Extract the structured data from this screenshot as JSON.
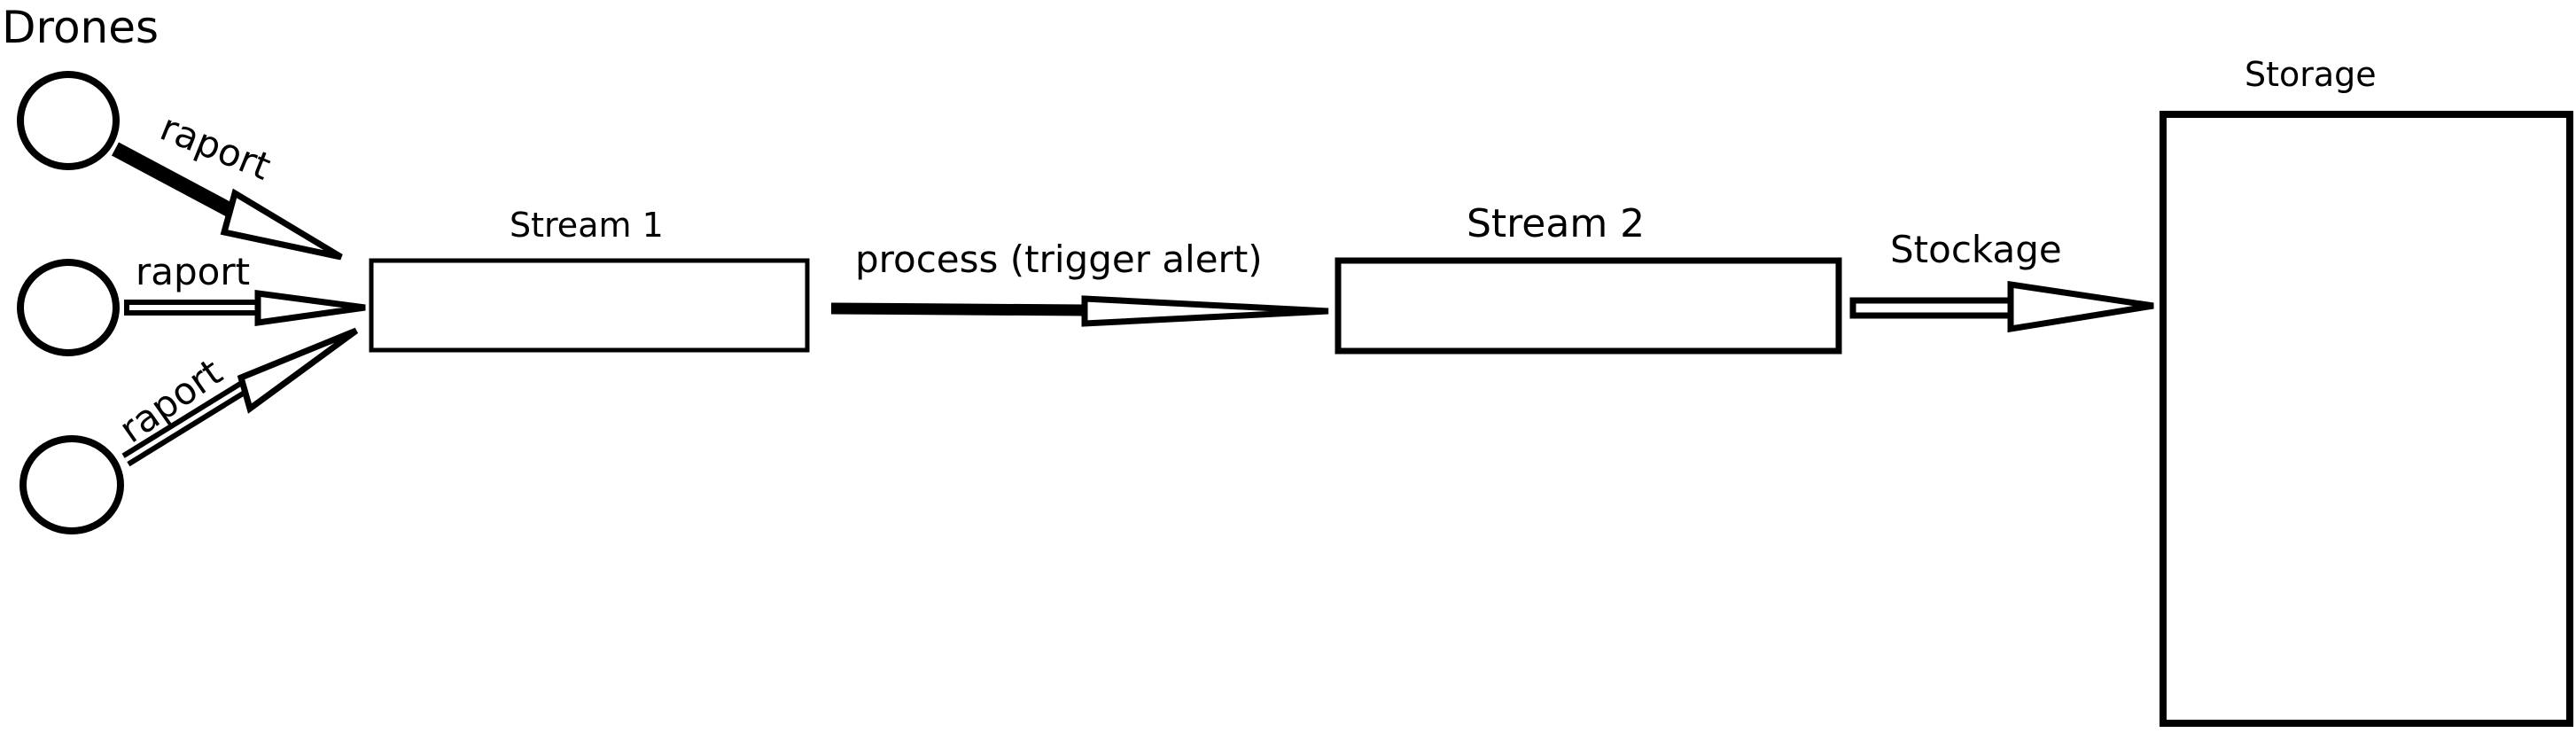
{
  "diagram": {
    "title": "Drones",
    "drone_arrow_labels": [
      "raport",
      "raport",
      "raport"
    ],
    "stream1_label": "Stream 1",
    "process_label": "process (trigger alert)",
    "stream2_label": "Stream 2",
    "stockage_label": "Stockage",
    "storage_label": "Storage"
  }
}
